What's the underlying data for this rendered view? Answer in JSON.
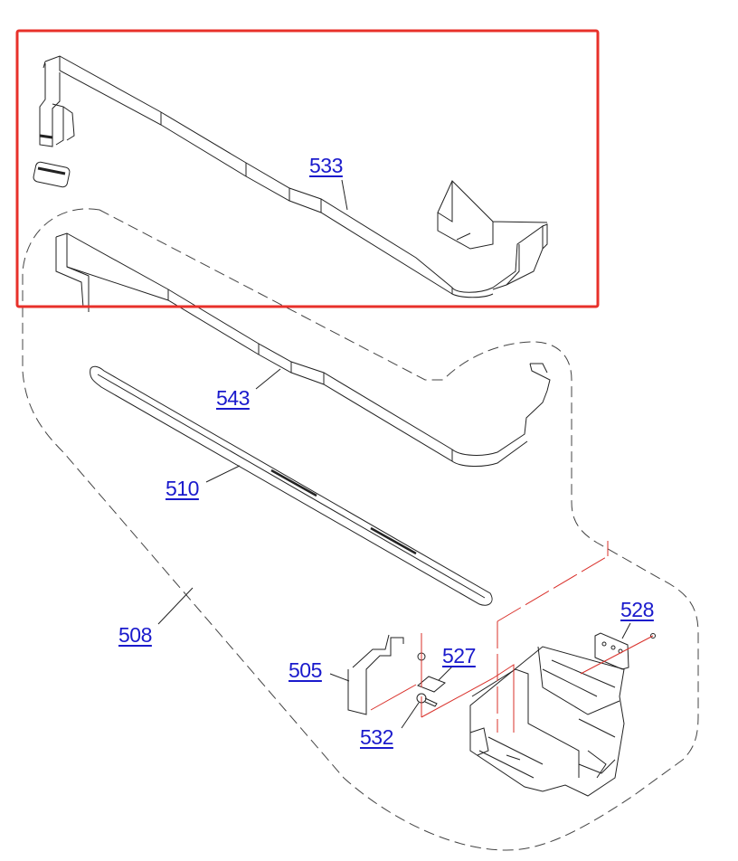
{
  "diagram": {
    "highlight_color": "#e8302a",
    "label_color": "#1a1acc",
    "highlighted_part": "533",
    "parts": [
      {
        "id": "533"
      },
      {
        "id": "543"
      },
      {
        "id": "510"
      },
      {
        "id": "508"
      },
      {
        "id": "505"
      },
      {
        "id": "527"
      },
      {
        "id": "532"
      },
      {
        "id": "528"
      }
    ]
  }
}
